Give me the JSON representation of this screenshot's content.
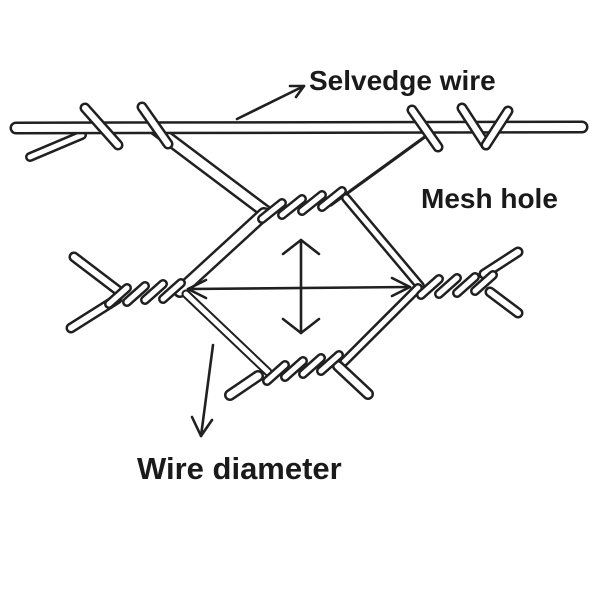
{
  "colors": {
    "background": "#ffffff",
    "line": "#202020",
    "text": "#1a1a1a"
  },
  "labels": {
    "selvedge_wire": "Selvedge wire",
    "mesh_hole": "Mesh hole",
    "wire_diameter": "Wire diameter"
  }
}
